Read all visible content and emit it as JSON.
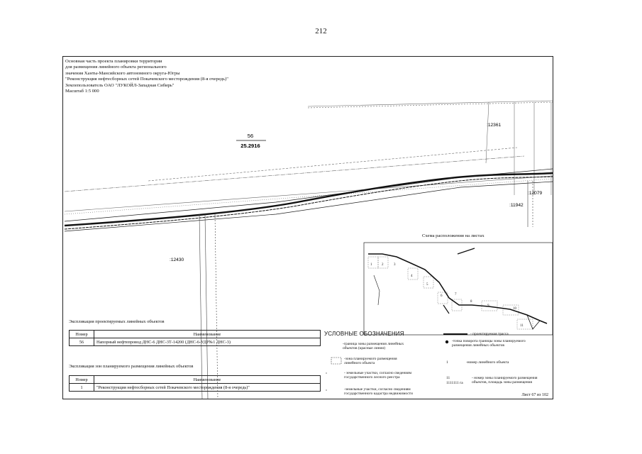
{
  "page_number": "212",
  "header": {
    "lines": [
      "Основная часть проекта планировки территории",
      "для размещения линейного объекта регионального",
      "значения Ханты-Мансийского автономного округа-Югры",
      "\"Реконструкция нефтесборных сетей Покачевского месторождения (8-я очередь)\"",
      "Землепользователь ОАО \"ЛУКОЙЛ-Западная Сибирь\"",
      "Масштаб 1:5 000"
    ]
  },
  "map": {
    "parcel_number": "56",
    "parcel_area": "25.2916",
    "labels": {
      "p12361": ":12361",
      "p12079": ":12079",
      "p11942": ":11942",
      "p12430": ":12430"
    },
    "colors": {
      "line": "#111111",
      "grid": "#555555",
      "faint": "#999999"
    }
  },
  "scheme": {
    "title": "Схема расположения на листах",
    "sheet_numbers": [
      "1",
      "2",
      "3",
      "4",
      "5",
      "6",
      "7",
      "8",
      "9",
      "10",
      "11"
    ]
  },
  "explication1": {
    "caption": "Экспликация проектируемых линейных объектов",
    "headers": [
      "Номер",
      "Наименование"
    ],
    "rows": [
      [
        "56",
        "Напорный нефтепровод ДНС-6 ДНС-3Т-14200 (ДНС-6-УДР№1 ДНС-3)"
      ]
    ]
  },
  "explication2": {
    "caption": "Экспликация зон планируемого размещения линейных объектов",
    "headers": [
      "Номер",
      "Наименование"
    ],
    "rows": [
      [
        "1",
        "\"Реконструкция нефтесборных сетей Покачевского месторождения (8-я очередь)\""
      ]
    ]
  },
  "legend": {
    "title": "УСЛОВНЫЕ ОБОЗНАЧЕНИЯ",
    "items": {
      "red_lines": [
        "-граница зоны размещения линейных",
        "объектов (красные линии)"
      ],
      "zone": [
        "-зона планируемого размещения",
        "линейного объекта"
      ],
      "forest": [
        "- земельные участки, согласно сведениям",
        "государственного лесного реестра"
      ],
      "cadastre": [
        "-земельные участки, согласно сведениям",
        "государственного кадастра недвижимости"
      ],
      "route": [
        "- проектируемая трасса"
      ],
      "turn_point": [
        "-точка поворота границы зоны планируемого",
        "размещения линейных объектов"
      ],
      "object_number": [
        "-номер линейного объекта"
      ],
      "zone_number": [
        "- номер зоны планируемого размещения",
        "объектов, площадь зоны размещения"
      ]
    },
    "sample_object_number": "1",
    "sample_zone_number": "11",
    "sample_zone_area": "1111111 га"
  },
  "sheet": "Лист 67 из 102"
}
